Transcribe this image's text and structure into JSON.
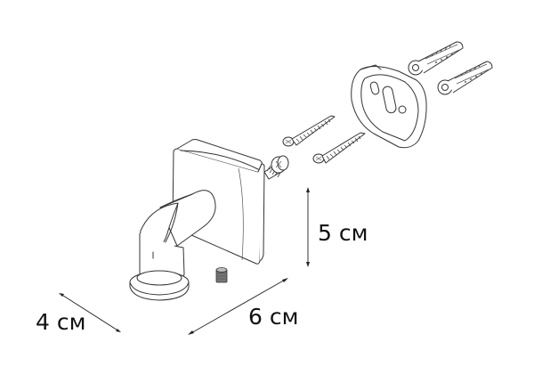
{
  "diagram": {
    "type": "exploded-product-view",
    "components": [
      {
        "id": "hook-body",
        "name": "Wall hook body with square base plate and cylindrical arm"
      },
      {
        "id": "set-screw",
        "name": "Grub / set screw"
      },
      {
        "id": "threaded-stud",
        "name": "Threaded stud with washer"
      },
      {
        "id": "wood-screw-1",
        "name": "Countersunk wood screw"
      },
      {
        "id": "wood-screw-2",
        "name": "Countersunk wood screw"
      },
      {
        "id": "mounting-plate",
        "name": "Oval mounting plate with slots"
      },
      {
        "id": "wall-plug-1",
        "name": "Wall plug / dowel"
      },
      {
        "id": "wall-plug-2",
        "name": "Wall plug / dowel"
      }
    ],
    "dimensions": {
      "height": {
        "label": "5 см",
        "value": 5,
        "unit": "см"
      },
      "width": {
        "label": "6 см",
        "value": 6,
        "unit": "см"
      },
      "depth": {
        "label": "4 см",
        "value": 4,
        "unit": "см"
      }
    },
    "colors": {
      "background": "#ffffff",
      "line": "#333333",
      "text": "#111111"
    }
  }
}
